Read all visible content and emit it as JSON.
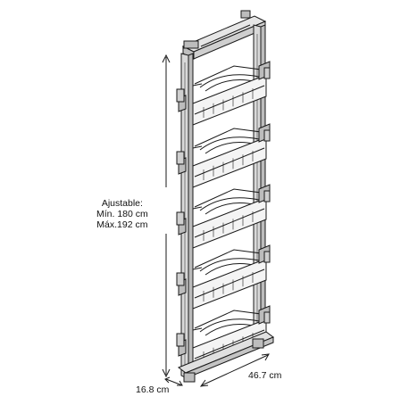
{
  "figure": {
    "subject": "tall pull-out pantry unit with five wire baskets",
    "colors": {
      "line": "#1a1a1a",
      "frame_shade": "#d9d9d9",
      "basket_fill": "#ffffff"
    }
  },
  "dimensions": {
    "height_label_1": "Ajustable:",
    "height_label_2": "Mín. 180 cm",
    "height_label_3": "Máx.192 cm",
    "depth_label": "16.8 cm",
    "width_label": "46.7 cm"
  }
}
